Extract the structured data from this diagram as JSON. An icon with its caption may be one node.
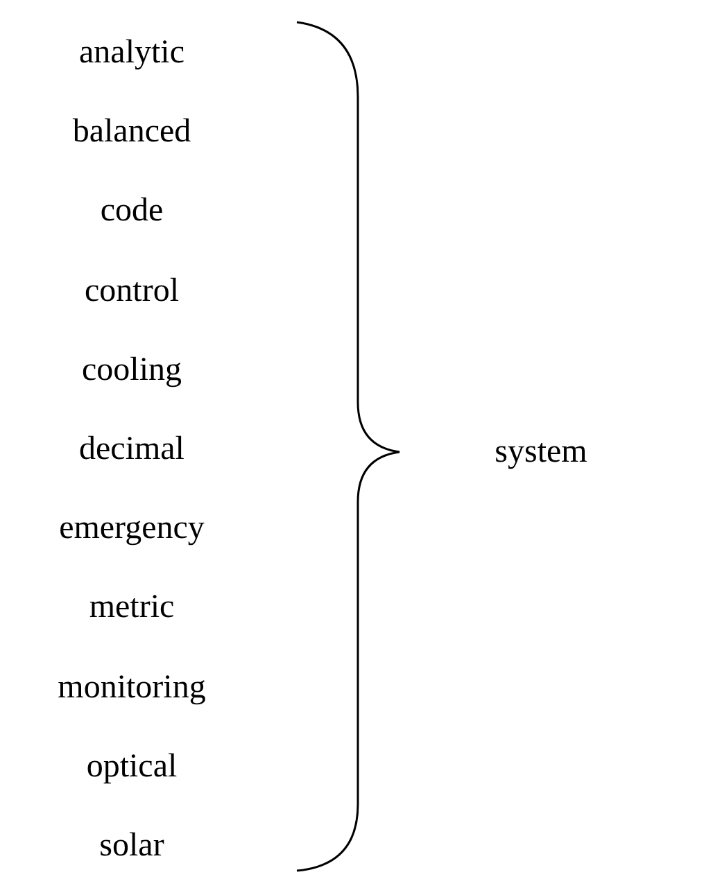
{
  "diagram": {
    "labels": [
      "analytic",
      "balanced",
      "code",
      "control",
      "cooling",
      "decimal",
      "emergency",
      "metric",
      "monitoring",
      "optical",
      "solar",
      "system"
    ]
  }
}
